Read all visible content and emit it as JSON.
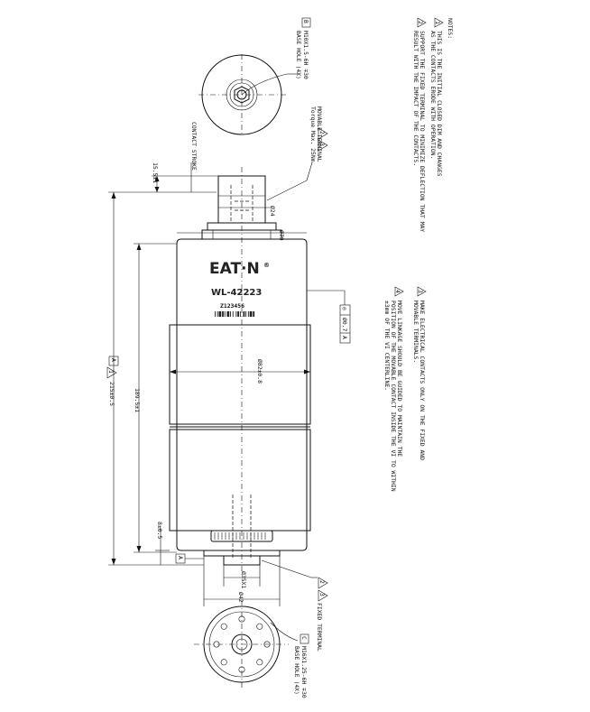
{
  "notes": {
    "heading": "NOTES:",
    "items": [
      {
        "num": "1",
        "lines": [
          "THIS IS THE INITIAL CLOSED DIM AND CHANGES",
          "AS THE CONTACTS ERODE WITH OPERATION."
        ]
      },
      {
        "num": "2",
        "lines": [
          "SUPPORT THE FIXED TERMINAL TO MINIMIZE DEFLECTION THAT MAY",
          "RESULT WITH THE IMPACT OF THE CONTACTS."
        ]
      },
      {
        "num": "3",
        "lines": [
          "MAKE ELECTRICAL CONTACTS ONLY ON THE FIXED AND",
          "MOVABLE TERMINALS."
        ]
      },
      {
        "num": "4",
        "lines": [
          "MOVE LINKAGE SHOULD BE GUIDED TO MAINTAIN THE",
          "POSITION OF THE MOVABLE CONTACT INSIDE THE VI TO WITHIN",
          "±3mm OF THE VI CENTERLINE."
        ]
      }
    ]
  },
  "datum_b": {
    "letter": "B",
    "spec": "M10X1.5-6H ∓30",
    "desc": "BASE HOLE (4X)"
  },
  "datum_c": {
    "letter": "C",
    "spec": "M16X1.25-6H ∓30",
    "desc": "BASE HOLE (4X)"
  },
  "datum_a": {
    "letter": "A"
  },
  "movable_terminal": {
    "title": "MOVABLE TERMINAL",
    "torque": "Torque Max. 25Nm",
    "flags": [
      "2",
      "3"
    ]
  },
  "fixed_terminal": {
    "title": "FIXED TERMINAL",
    "flags": [
      "2",
      "3"
    ]
  },
  "contact_stroke": {
    "label": "CONTACT STROKE"
  },
  "dims": {
    "stroke": "15.5±1",
    "dia_stem": "Ø24",
    "dia_flange": "Ø79",
    "dia_body": "Ø82±0.8",
    "overall": "215±0.5",
    "body_len": "189.5±1",
    "base": "8±0.5",
    "dia_fixed_stud": "Ø35X1",
    "dia_fixed_base": "Ø42",
    "overall_ref": "A",
    "overall_flag": "1"
  },
  "tolerance_frame": {
    "symbol": "◎",
    "value": "Ø0.7",
    "datum": "A"
  },
  "product": {
    "brand": "EAT·N",
    "registered": "®",
    "model": "WL-42223",
    "serial": "Z123456"
  }
}
